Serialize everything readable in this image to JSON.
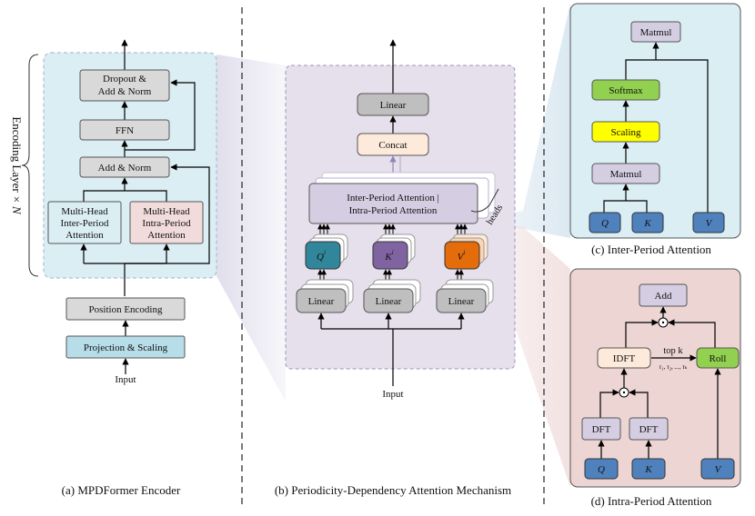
{
  "encoder": {
    "dropout_line1": "Dropout &",
    "dropout_line2": "Add & Norm",
    "ffn": "FFN",
    "add_norm": "Add & Norm",
    "mh_inter_1": "Multi-Head",
    "mh_inter_2": "Inter-Period",
    "mh_inter_3": "Attention",
    "mh_intra_1": "Multi-Head",
    "mh_intra_2": "Intra-Period",
    "mh_intra_3": "Attention",
    "position_encoding": "Position Encoding",
    "projection_scaling": "Projection & Scaling",
    "input": "Input",
    "layer_label": "Encoding Layer",
    "layer_mult": "× N",
    "caption": "(a) MPDFormer Encoder"
  },
  "mechanism": {
    "linear_top": "Linear",
    "concat": "Concat",
    "attn_line1": "Inter-Period Attention |",
    "attn_line2": "Intra-Period Attention",
    "heads": "heads",
    "q": "Q",
    "k": "K",
    "v": "V",
    "sup": "i",
    "linear_q": "Linear",
    "linear_k": "Linear",
    "linear_v": "Linear",
    "input": "Input",
    "caption": "(b) Periodicity-Dependency Attention Mechanism"
  },
  "inter": {
    "matmul_top": "Matmul",
    "softmax": "Softmax",
    "scaling": "Scaling",
    "matmul_bottom": "Matmul",
    "q": "Q",
    "k": "K",
    "v": "V",
    "caption": "(c) Inter-Period Attention"
  },
  "intra": {
    "add": "Add",
    "idft": "IDFT",
    "topk": "top k",
    "taus": "τ₁, τ₂, ..., τₖ",
    "roll": "Roll",
    "dft_q": "DFT",
    "dft_k": "DFT",
    "q": "Q",
    "k": "K",
    "v": "V",
    "caption": "(d) Intra-Period Attention"
  },
  "colors": {
    "gray_box": "#d9d9d9",
    "cyan_box": "#b7dde8",
    "pink_box": "#f2dcdb",
    "light_blue_bg": "#dbeef4",
    "lavender_bg": "#e6e0ec",
    "rose_bg": "#ecd5d3",
    "purple_box": "#d5cee3",
    "teal_q": "#31869b",
    "purple_k": "#8064a2",
    "orange_v": "#e46c0a",
    "blue_input": "#4f81bd",
    "green_softmax": "#92d050",
    "yellow_scaling": "#ffff00",
    "cream_concat": "#fdeada"
  }
}
